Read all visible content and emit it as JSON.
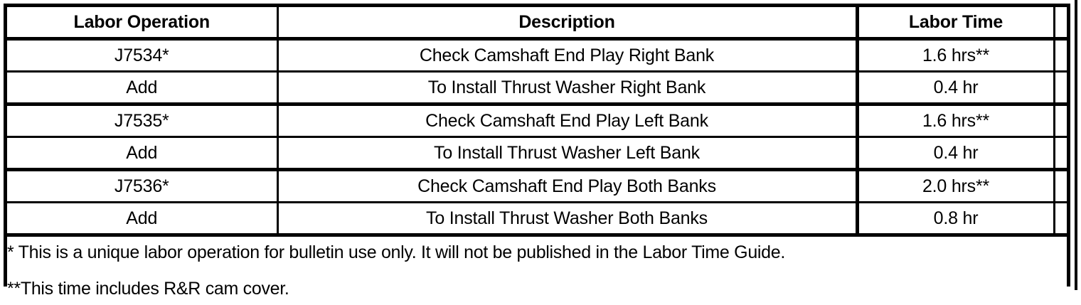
{
  "table": {
    "columns": [
      {
        "key": "labor_operation",
        "header": "Labor Operation"
      },
      {
        "key": "description",
        "header": "Description"
      },
      {
        "key": "labor_time",
        "header": "Labor Time"
      },
      {
        "key": "spacer",
        "header": ""
      }
    ],
    "rows": [
      {
        "labor_operation": "J7534*",
        "description": "Check Camshaft End Play Right Bank",
        "labor_time": "1.6 hrs**"
      },
      {
        "labor_operation": "Add",
        "description": "To Install Thrust Washer Right Bank",
        "labor_time": "0.4 hr"
      },
      {
        "labor_operation": "J7535*",
        "description": "Check Camshaft End Play Left Bank",
        "labor_time": "1.6 hrs**"
      },
      {
        "labor_operation": "Add",
        "description": "To Install Thrust Washer Left Bank",
        "labor_time": "0.4 hr"
      },
      {
        "labor_operation": "J7536*",
        "description": "Check Camshaft End Play Both Banks",
        "labor_time": "2.0 hrs**"
      },
      {
        "labor_operation": "Add",
        "description": "To Install Thrust Washer Both Banks",
        "labor_time": "0.8 hr"
      }
    ],
    "footnotes": {
      "single_asterisk": "* This is a unique labor operation for bulletin use only. It will not be published in the Labor Time Guide.",
      "double_asterisk": "**This time includes R&R cam cover."
    }
  },
  "colors": {
    "rule": "#000000",
    "text": "#000000",
    "background": "#ffffff"
  }
}
